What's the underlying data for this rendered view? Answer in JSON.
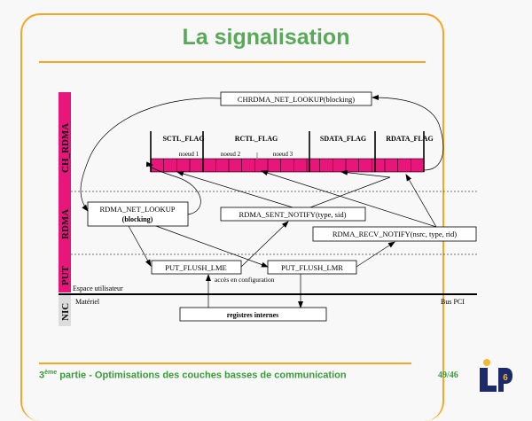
{
  "slide": {
    "title": "La signalisation",
    "footer": {
      "ordinal_base": "3",
      "ordinal_sup": "ème",
      "text": " partie - Optimisations des couches basses de communication",
      "page": "49/46"
    },
    "logo": {
      "text": "LIP",
      "digit": "6"
    }
  },
  "diagram": {
    "layers": [
      {
        "id": "ch_rdma",
        "label": "CH_RDMA",
        "color": "#e8157a"
      },
      {
        "id": "rdma",
        "label": "RDMA",
        "color": "#e8157a"
      },
      {
        "id": "put",
        "label": "PUT",
        "color": "#e8157a"
      },
      {
        "id": "nic",
        "label": "NIC",
        "color": "#dcdcdc"
      }
    ],
    "flags": [
      {
        "label": "SCTL_FLAG",
        "nodes": [
          "noeud 1"
        ]
      },
      {
        "label": "RCTL_FLAG",
        "nodes": [
          "noeud 2",
          "noeud 3"
        ]
      },
      {
        "label": "SDATA_FLAG",
        "nodes": []
      },
      {
        "label": "RDATA_FLAG",
        "nodes": []
      }
    ],
    "boxes": {
      "chrdma_lookup": "CHRDMA_NET_LOOKUP(blocking)",
      "rdma_lookup_1": "RDMA_NET_LOOKUP",
      "rdma_lookup_2": "(blocking)",
      "sent_notify": "RDMA_SENT_NOTIFY(type, sid)",
      "recv_notify": "RDMA_RECV_NOTIFY(nsrc, type, rid)",
      "put_lme": "PUT_FLUSH_LME",
      "put_lmr": "PUT_FLUSH_LMR",
      "registres": "registres internes"
    },
    "annotations": {
      "config": "accès en configuration",
      "user_space": "Espace utilisateur",
      "hardware": "Matériel",
      "bus": "Bus PCI"
    },
    "colors": {
      "flag_fill": "#e8157a",
      "accent": "#f5a623",
      "title": "#5aa85a"
    }
  }
}
